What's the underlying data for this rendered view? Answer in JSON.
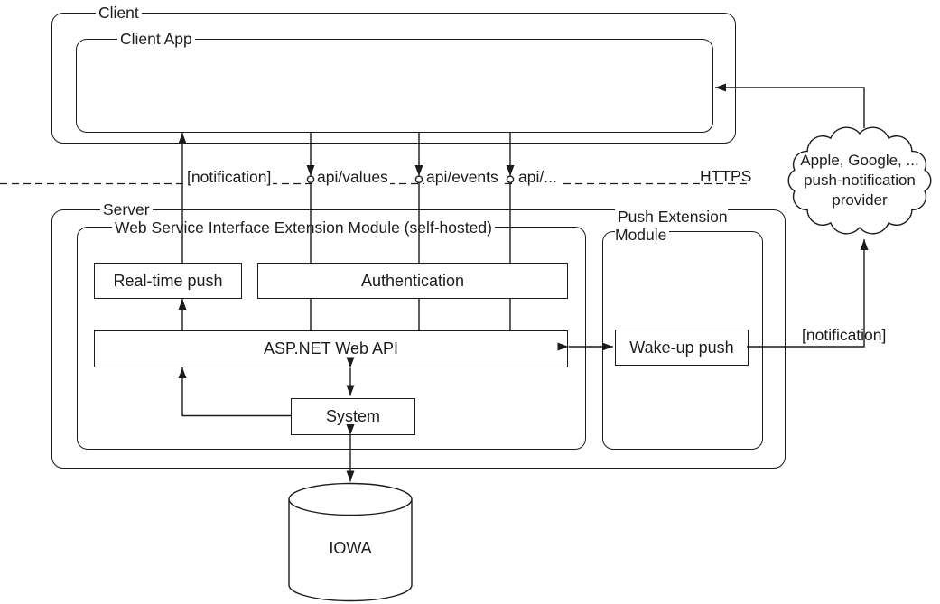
{
  "diagram": {
    "colors": {
      "line": "#1c1c1c",
      "background": "#ffffff"
    },
    "containers": {
      "client": "Client",
      "client_app": "Client App",
      "server": "Server",
      "wsiem": "Web Service Interface Extension Module (self-hosted)",
      "pem": "Push Extension Module"
    },
    "nodes": {
      "realtime_push": "Real-time push",
      "authentication": "Authentication",
      "aspnet_web_api": "ASP.NET Web API",
      "system": "System",
      "wakeup_push": "Wake-up push",
      "iowa_db": "IOWA"
    },
    "cloud": {
      "line1": "Apple, Google, ...",
      "line2": "push-notification",
      "line3": "provider"
    },
    "boundary_labels": {
      "notification_client": "[notification]",
      "api_values": "api/values",
      "api_events": "api/events",
      "api_more": "api/...",
      "https": "HTTPS",
      "notification_push": "[notification]"
    }
  }
}
